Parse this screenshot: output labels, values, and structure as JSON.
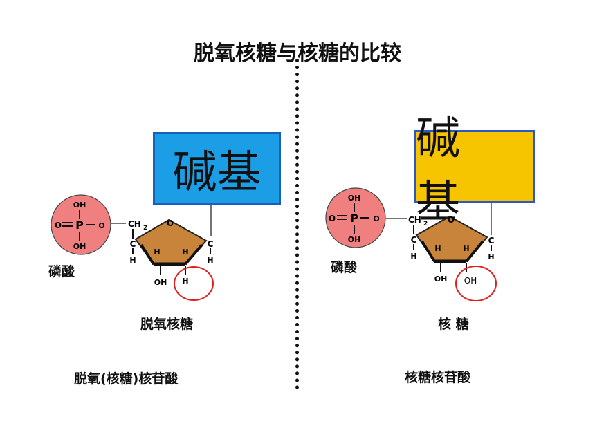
{
  "title": "脱氧核糖与核糖的比较",
  "left": {
    "base_label": "碱基",
    "phosphate_label": "磷酸",
    "sugar_label": "脱氧核糖",
    "nucleotide_label": "脱氧(核糖)核苷酸",
    "phosphate": {
      "top": "OH",
      "left": "O",
      "center": "P",
      "right": "O",
      "bottom": "OH"
    },
    "ring": {
      "ch2": "CH",
      "ch2_sub": "2",
      "o": "O",
      "c_left": "C",
      "c_right": "C",
      "h_left": "H",
      "h_right": "H",
      "h_in1": "H",
      "h_in2": "H",
      "oh": "OH",
      "h_circled": "H"
    }
  },
  "right": {
    "base_label": "碱 基",
    "phosphate_label": "磷酸",
    "sugar_label": "核 糖",
    "nucleotide_label": "核糖核苷酸",
    "phosphate": {
      "top": "OH",
      "left": "O",
      "center": "P",
      "right": "O",
      "bottom": "OH"
    },
    "ring": {
      "ch2": "CH",
      "ch2_sub": "2",
      "o": "O",
      "c_left": "C",
      "c_right": "C",
      "h_left": "H",
      "h_right": "H",
      "h_in1": "H",
      "h_in2": "H",
      "oh": "OH",
      "oh_circled": "OH"
    }
  },
  "colors": {
    "left_base_fill": "#1c9ee6",
    "right_base_fill": "#f7c400",
    "phosphate_fill": "#f08080",
    "sugar_fill": "#c8843a",
    "highlight_circle": "#e02020"
  }
}
